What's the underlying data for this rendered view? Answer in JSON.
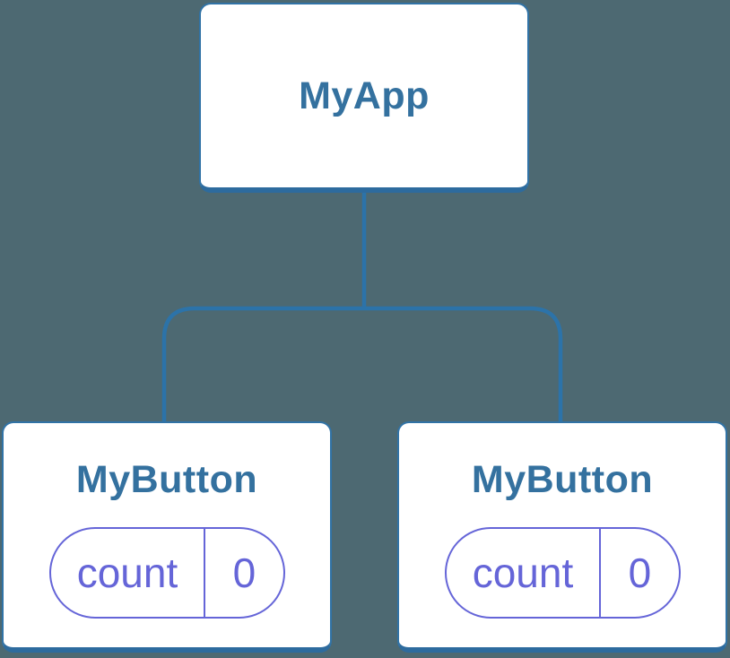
{
  "diagram": {
    "type": "component-tree",
    "colors": {
      "background": "#4d6972",
      "connector_line": "#2c73a9",
      "node_border": "#3173a6",
      "node_border_bottom": "#2d6b9e",
      "node_fill": "#ffffff",
      "component_label_text": "#34719f",
      "state_accent": "#6565d8"
    },
    "root": {
      "label": "MyApp"
    },
    "children": [
      {
        "label": "MyButton",
        "state": {
          "key": "count",
          "value": "0"
        }
      },
      {
        "label": "MyButton",
        "state": {
          "key": "count",
          "value": "0"
        }
      }
    ]
  }
}
